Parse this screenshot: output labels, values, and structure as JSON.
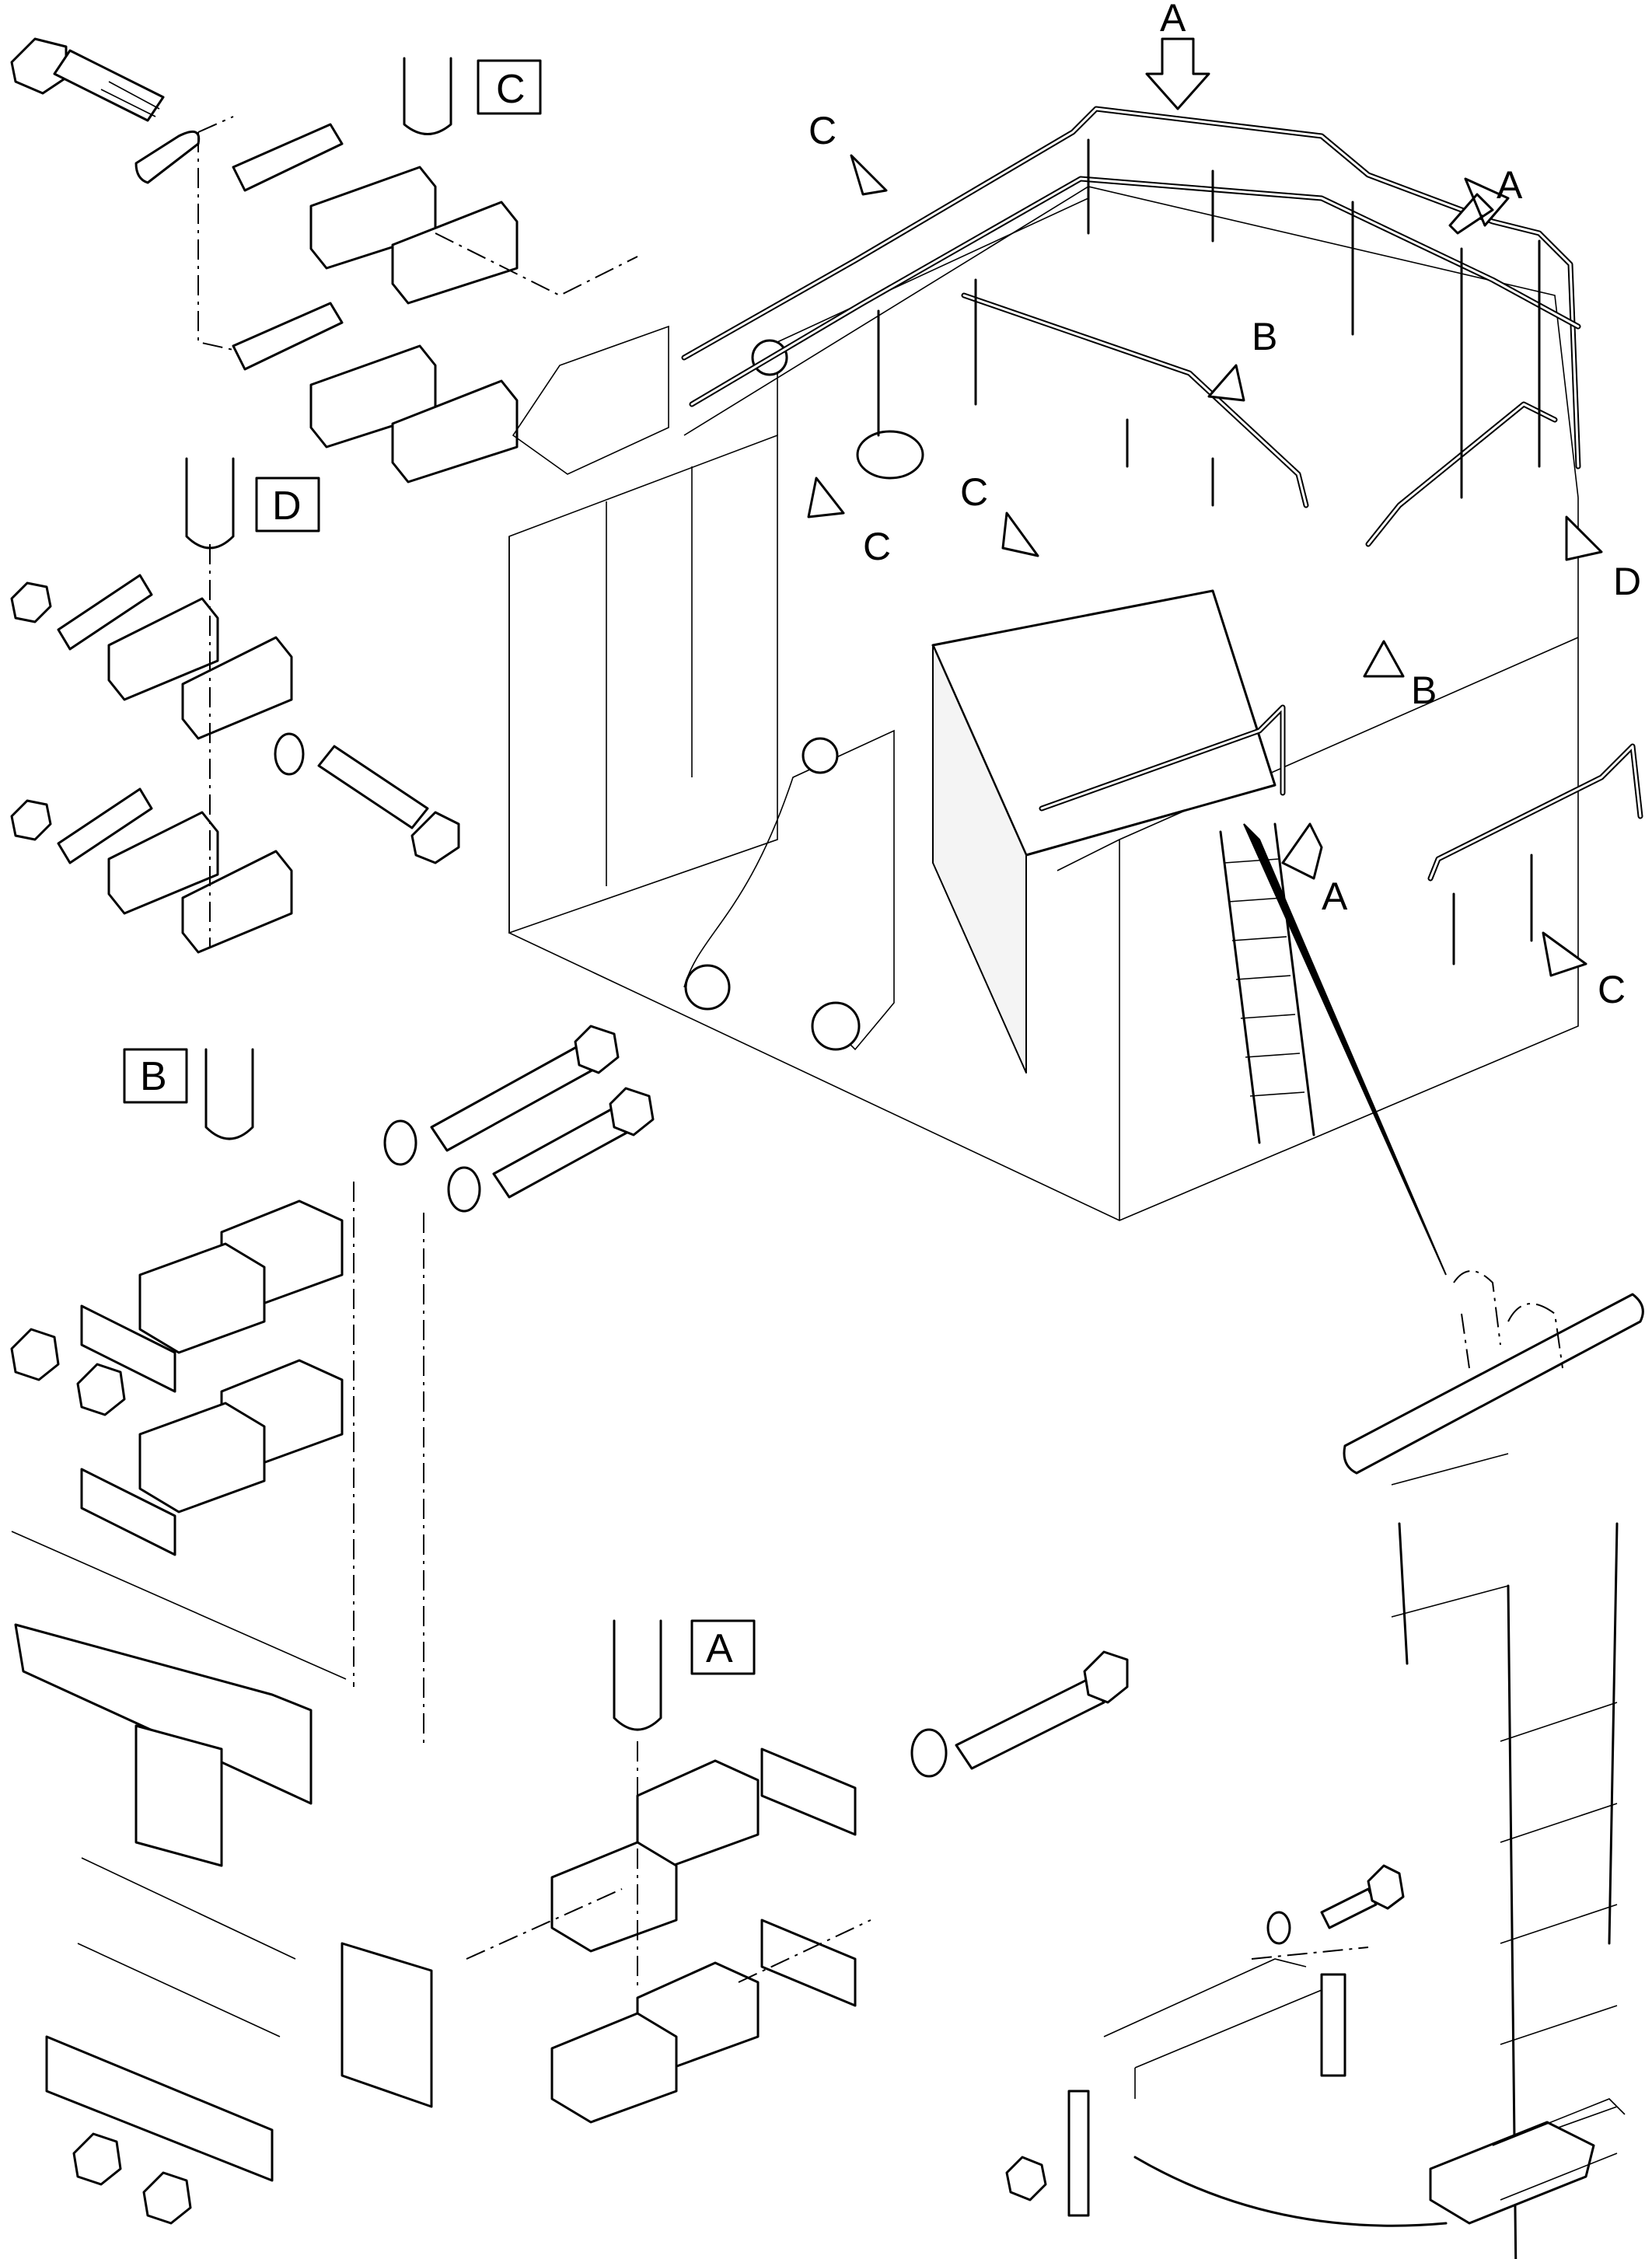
{
  "detail_labels": {
    "A": "A",
    "B": "B",
    "C": "C",
    "D": "D"
  },
  "view_arrow_labels": [
    "A",
    "A",
    "A",
    "B",
    "B",
    "C",
    "C",
    "C",
    "C",
    "D"
  ]
}
